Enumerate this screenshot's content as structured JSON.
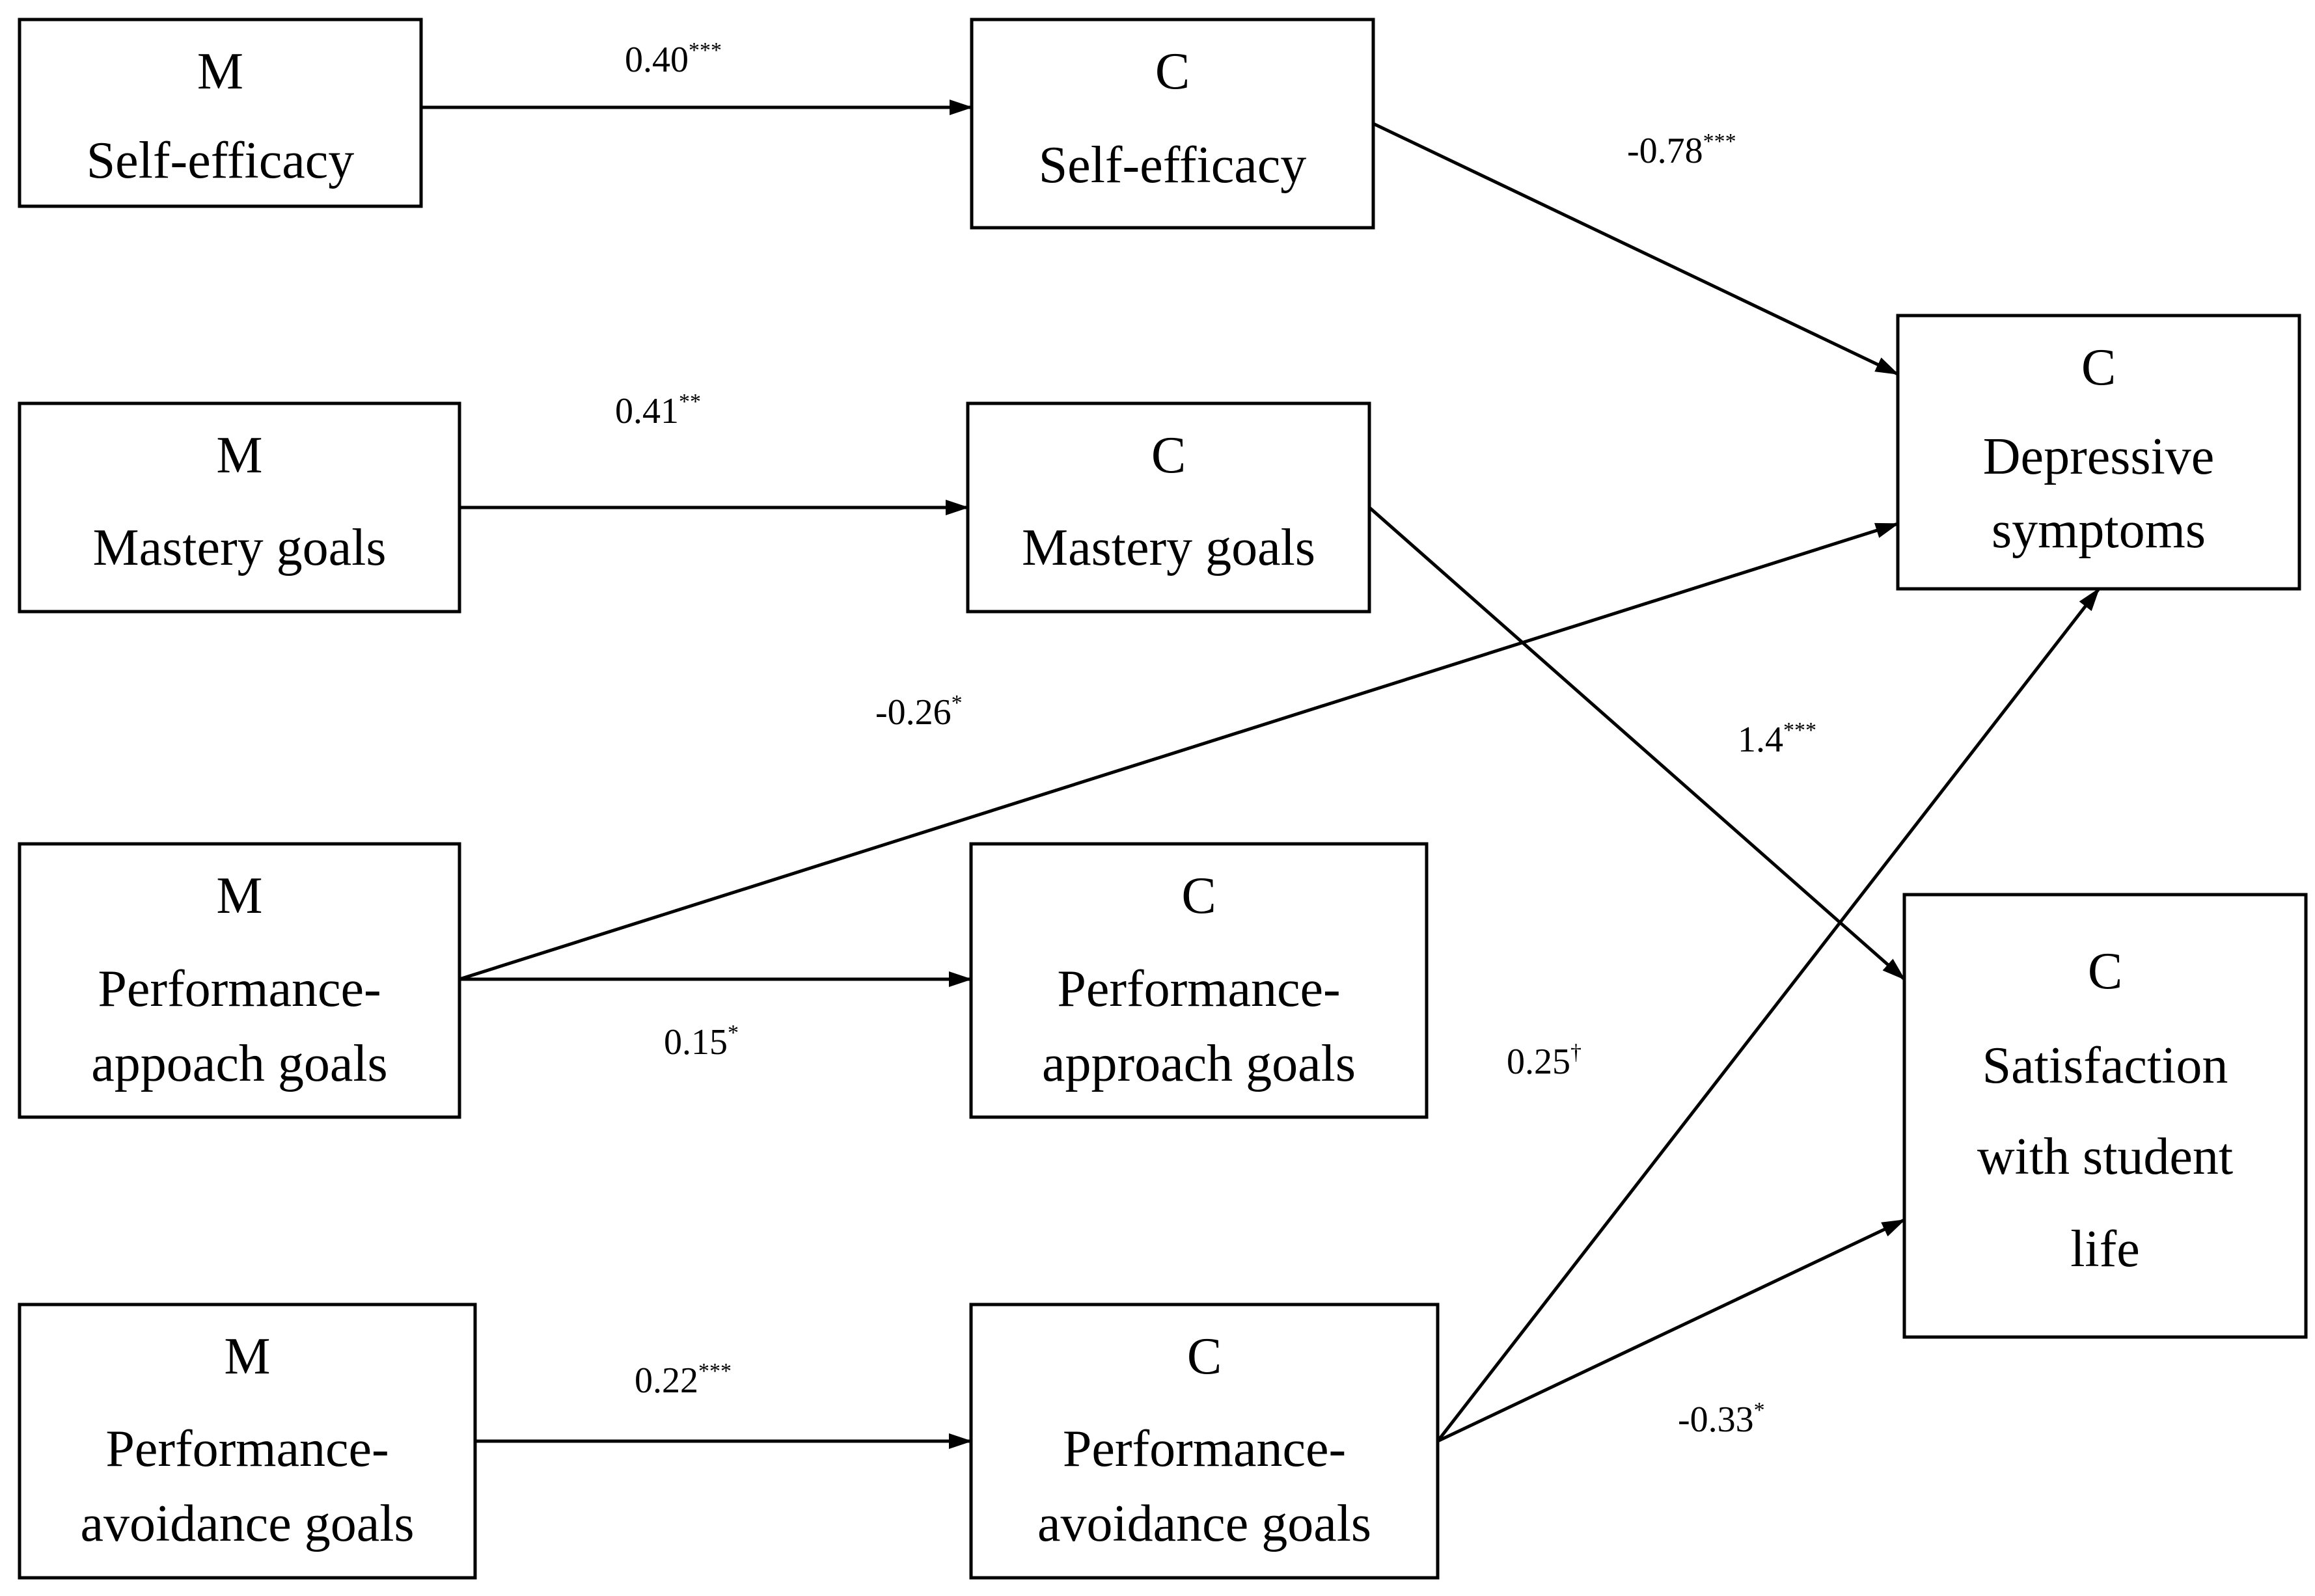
{
  "nodes": [
    {
      "id": "m-self-efficacy",
      "lines": [
        "M",
        "Self-efficacy"
      ]
    },
    {
      "id": "c-self-efficacy",
      "lines": [
        "C",
        "Self-efficacy"
      ]
    },
    {
      "id": "m-mastery-goals",
      "lines": [
        "M",
        "Mastery goals"
      ]
    },
    {
      "id": "c-mastery-goals",
      "lines": [
        "C",
        "Mastery goals"
      ]
    },
    {
      "id": "m-performance-approach-goals",
      "lines": [
        "M",
        "Performance-",
        "appoach goals"
      ]
    },
    {
      "id": "c-performance-approach-goals",
      "lines": [
        "C",
        "Performance-",
        "approach goals"
      ]
    },
    {
      "id": "m-performance-avoidance-goals",
      "lines": [
        "M",
        "Performance-",
        "avoidance goals"
      ]
    },
    {
      "id": "c-performance-avoidance-goals",
      "lines": [
        "C",
        "Performance-",
        "avoidance goals"
      ]
    },
    {
      "id": "c-depressive-symptoms",
      "lines": [
        "C",
        "Depressive",
        "symptoms"
      ]
    },
    {
      "id": "c-satisfaction-student-life",
      "lines": [
        "C",
        "Satisfaction",
        "with student",
        "life"
      ]
    }
  ],
  "paths": [
    {
      "id": "path-m-se-to-c-se",
      "from": "m-self-efficacy",
      "to": "c-self-efficacy",
      "value": "0.40",
      "sig": "***"
    },
    {
      "id": "path-c-se-to-dep",
      "from": "c-self-efficacy",
      "to": "c-depressive-symptoms",
      "value": "-0.78",
      "sig": "***"
    },
    {
      "id": "path-m-mg-to-c-mg",
      "from": "m-mastery-goals",
      "to": "c-mastery-goals",
      "value": "0.41",
      "sig": "**"
    },
    {
      "id": "path-c-mg-to-sat",
      "from": "c-mastery-goals",
      "to": "c-satisfaction-student-life",
      "value": "1.4",
      "sig": "***"
    },
    {
      "id": "path-m-pap-to-dep",
      "from": "m-performance-approach-goals",
      "to": "c-depressive-symptoms",
      "value": "-0.26",
      "sig": "*"
    },
    {
      "id": "path-m-pap-to-c-pap",
      "from": "m-performance-approach-goals",
      "to": "c-performance-approach-goals",
      "value": "0.15",
      "sig": "*"
    },
    {
      "id": "path-c-pav-to-dep",
      "from": "c-performance-avoidance-goals",
      "to": "c-depressive-symptoms",
      "value": "0.25",
      "sig": "†"
    },
    {
      "id": "path-m-pav-to-c-pav",
      "from": "m-performance-avoidance-goals",
      "to": "c-performance-avoidance-goals",
      "value": "0.22",
      "sig": "***"
    },
    {
      "id": "path-c-pav-to-sat",
      "from": "c-performance-avoidance-goals",
      "to": "c-satisfaction-student-life",
      "value": "-0.33",
      "sig": "*"
    }
  ]
}
